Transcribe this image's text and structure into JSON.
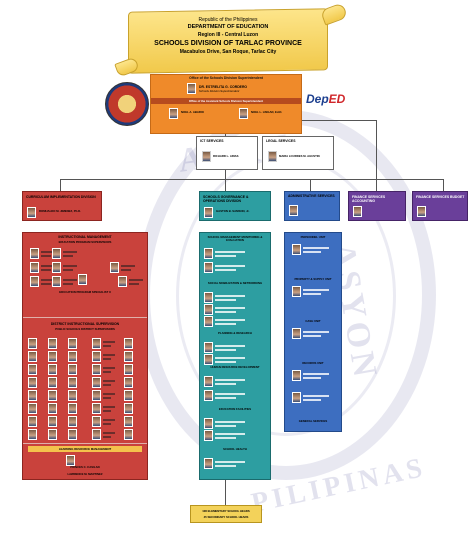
{
  "header": {
    "republic": "Republic of the Philippines",
    "department": "DEPARTMENT OF EDUCATION",
    "region": "Region III - Central Luzon",
    "division": "SCHOOLS DIVISION OF TARLAC PROVINCE",
    "address": "Macabulos Drive, San Roque, Tarlac City"
  },
  "logo": {
    "text": "DepED",
    "dep": "Dep",
    "ed": "ED"
  },
  "sds": {
    "title": "Office of the Schools Division Superintendent",
    "name": "DR. ESTRELITA G. CORDERO",
    "role": "Schools Division Superintendent"
  },
  "asds": {
    "title": "Office of the Assistant Schools Division Superintendent",
    "left_name": "NOEL A. ABARIO",
    "right_name": "NOEL L. LINGAD, Ed.D."
  },
  "ict": {
    "title": "ICT SERVICES",
    "name": "RICHARD L. ARIAS"
  },
  "legal": {
    "title": "LEGAL SERVICES",
    "name": "MARIA LOURDES M. AGUSTIN"
  },
  "cid": {
    "title": "CURRICULUM IMPLEMENTATION DIVISION",
    "chief_name": "ROMUALDO M. JIMENEZ, Ph.D.",
    "instr_title": "INSTRUCTIONAL MANAGEMENT",
    "instr_sub": "EDUCATION PROGRAM SUPERVISORS",
    "eps2": "EDUCATION PROGRAM SPECIALIST II",
    "district_title": "DISTRICT INSTRUCTIONAL SUPERVISION",
    "district_sub": "PUBLIC SCHOOLS DISTRICT SUPERVISORS",
    "lr_title": "LEARNING RESOURCE MANAGEMENT",
    "lr_name1": "PRINCES C. CASILAN",
    "lr_name2": "LAWRENCE M. MARTINEZ"
  },
  "sgod": {
    "title": "SCHOOLS GOVERNANCE & OPERATIONS DIVISION",
    "chief_name": "GASTON B. SAMSON, Jr.",
    "sections": [
      "SCHOOL MANAGEMENT MONITORING & EVALUATION",
      "SOCIAL MOBILIZATION & NETWORKING",
      "PLANNING & RESEARCH",
      "HUMAN RESOURCE DEVELOPMENT",
      "EDUCATION FACILITIES",
      "SCHOOL HEALTH"
    ]
  },
  "admin": {
    "title": "ADMINISTRATIVE SERVICES",
    "units": [
      "PERSONNEL UNIT",
      "PROPERTY & SUPPLY UNIT",
      "CASH UNIT",
      "RECORDS UNIT",
      "GENERAL SERVICES"
    ]
  },
  "finance_acct": {
    "title": "FINANCE SERVICES ACCOUNTING"
  },
  "finance_budget": {
    "title": "FINANCE SERVICES BUDGET"
  },
  "footer": {
    "line1": "108 ELEMENTARY SCHOOL HEADS",
    "line2": "45 SECONDARY SCHOOL HEADS"
  },
  "watermark": {
    "top": "ARAN",
    "right": "ASYON",
    "bottom": "PILIPINAS"
  },
  "colors": {
    "ribbon": "#f1c94b",
    "sds_orange": "#ef8a2a",
    "cid_red": "#c9423c",
    "sgod_teal": "#2d9ea1",
    "admin_blue": "#3d6ec0",
    "finance_purple": "#6a3f9a",
    "footer_yellow": "#f3d25a"
  }
}
